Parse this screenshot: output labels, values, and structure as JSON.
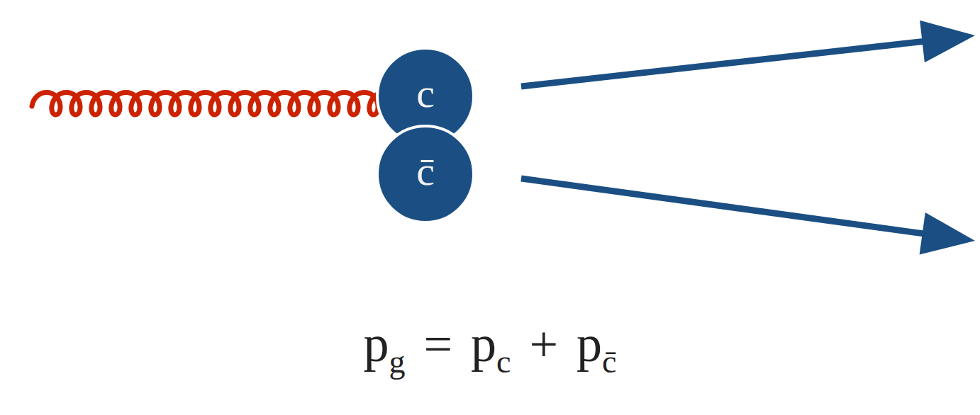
{
  "diagram": {
    "nodes": [
      {
        "text": [
          "c"
        ]
      },
      {
        "text": [
          "c̄"
        ]
      }
    ],
    "labels": [
      "p",
      "g",
      "=",
      "p",
      "c",
      "+",
      "p",
      "c̄"
    ]
  }
}
